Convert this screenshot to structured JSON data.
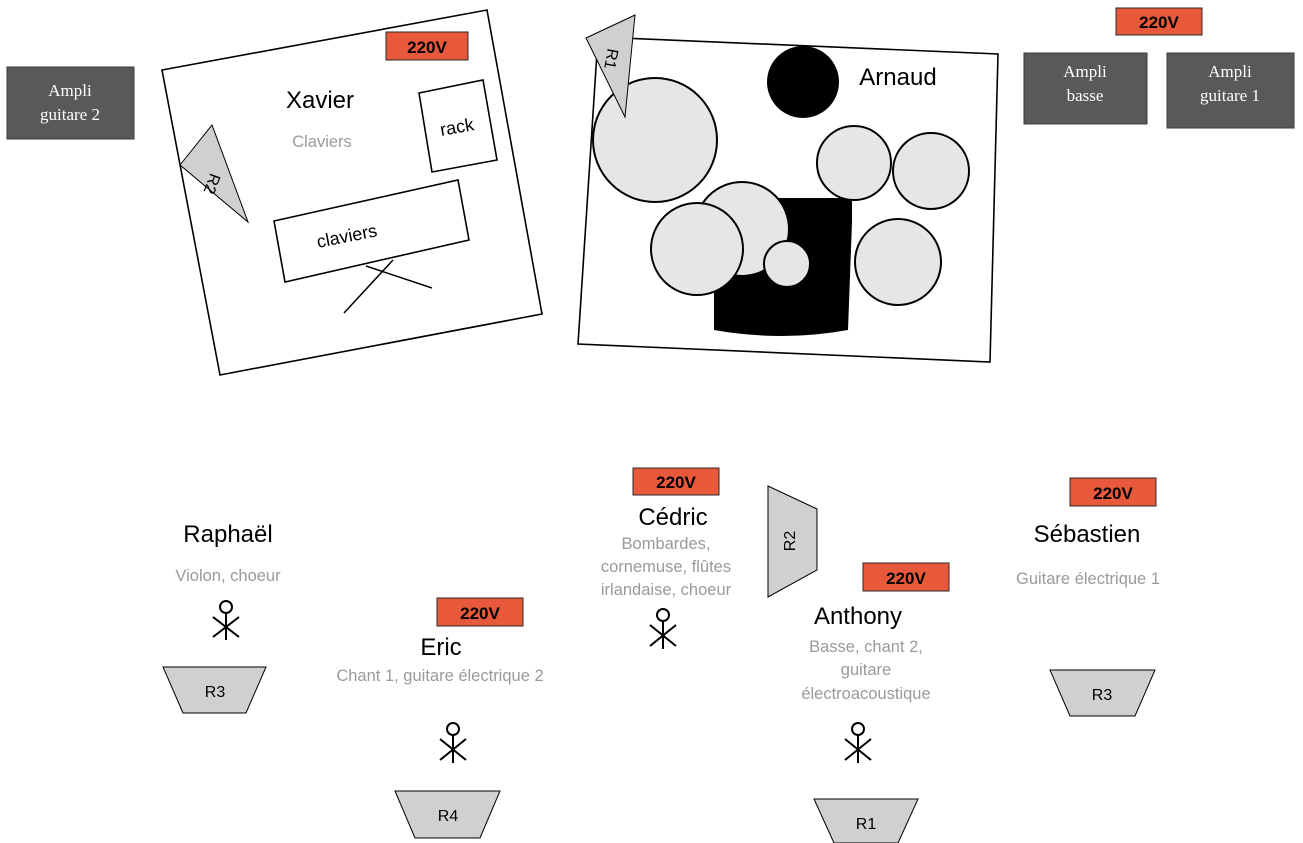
{
  "power_label": "220V",
  "amps": {
    "guitare2": [
      "Ampli",
      "guitare 2"
    ],
    "basse": [
      "Ampli",
      "basse"
    ],
    "guitare1": [
      "Ampli",
      "guitare 1"
    ]
  },
  "xavier": {
    "name": "Xavier",
    "role": "Claviers",
    "rack": "rack",
    "keyboard": "claviers",
    "monitor": "R2"
  },
  "arnaud": {
    "name": "Arnaud",
    "monitor": "R1"
  },
  "raphael": {
    "name": "Raphaël",
    "role": "Violon, choeur",
    "monitor": "R3"
  },
  "eric": {
    "name": "Eric",
    "role": "Chant 1, guitare électrique 2",
    "monitor": "R4"
  },
  "cedric": {
    "name": "Cédric",
    "role_lines": [
      "Bombardes,",
      "cornemuse, flûtes",
      "irlandaise, choeur"
    ],
    "monitor": "R2"
  },
  "anthony": {
    "name": "Anthony",
    "role_lines": [
      "Basse, chant 2,",
      "guitare",
      "électroacoustique"
    ],
    "monitor": "R1"
  },
  "sebastien": {
    "name": "Sébastien",
    "role": "Guitare électrique 1",
    "monitor": "R3"
  }
}
